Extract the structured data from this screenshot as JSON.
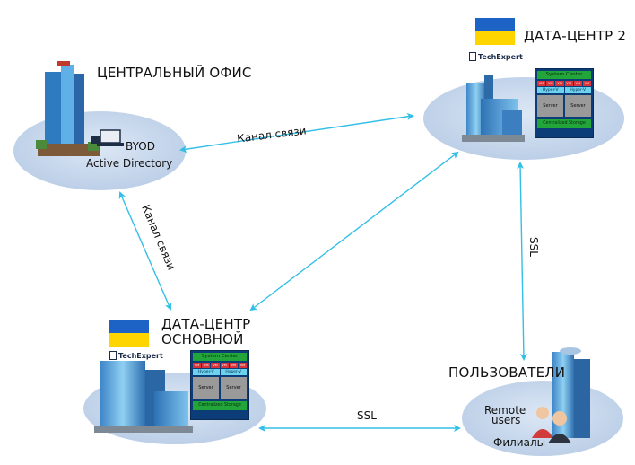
{
  "nodes": {
    "central_office": {
      "title": "ЦЕНТРАЛЬНЫЙ ОФИС",
      "byod": "BYOD",
      "ad": "Active Directory"
    },
    "dc2": {
      "title": "ДАТА-ЦЕНТР 2",
      "logo": "TechExpert"
    },
    "dc_main": {
      "title_line1": "ДАТА-ЦЕНТР",
      "title_line2": "ОСНОВНОЙ",
      "logo": "TechExpert"
    },
    "users": {
      "title": "ПОЛЬЗОВАТЕЛИ",
      "remote": "Remote",
      "users_label": "users",
      "branches": "Филиалы"
    }
  },
  "links": {
    "office_dc2": "Канал связи",
    "office_dcmain": "Канал связи",
    "dc2_users": "SSL",
    "dcmain_users": "SSL"
  },
  "stack": {
    "system_center": "System Center",
    "vm": "VM",
    "hyperv": "Hyper-V",
    "server": "Server",
    "storage": "Centralized Storage"
  },
  "colors": {
    "ellipse": "#c9d9ee",
    "arrow": "#33bfe6",
    "flag_blue": "#1d63c6",
    "flag_yellow": "#ffd500"
  }
}
